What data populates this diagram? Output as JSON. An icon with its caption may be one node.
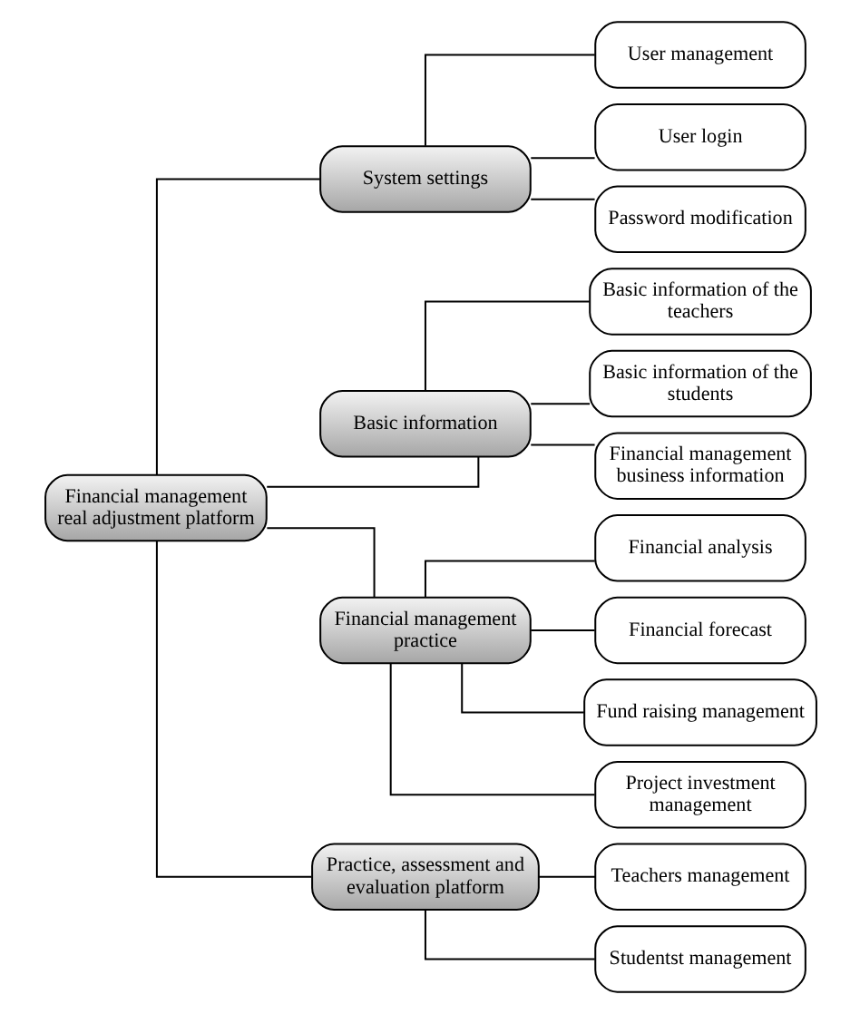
{
  "diagram": {
    "nodes": [
      {
        "text": [
          "Financial management real adjustment platform"
        ]
      },
      {
        "text": [
          "System settings"
        ]
      },
      {
        "text": [
          "User management"
        ]
      },
      {
        "text": [
          "User login"
        ]
      },
      {
        "text": [
          "Password modification"
        ]
      },
      {
        "text": [
          "Basic information"
        ]
      },
      {
        "text": [
          "Basic information of the teachers"
        ]
      },
      {
        "text": [
          "Basic information of the students"
        ]
      },
      {
        "text": [
          "Financial management business information"
        ]
      },
      {
        "text": [
          "Financial management practice"
        ]
      },
      {
        "text": [
          "Financial analysis"
        ]
      },
      {
        "text": [
          "Financial forecast"
        ]
      },
      {
        "text": [
          "Fund raising management"
        ]
      },
      {
        "text": [
          "Project investment management"
        ]
      },
      {
        "text": [
          "Practice, assessment and evaluation platform"
        ]
      },
      {
        "text": [
          "Teachers management"
        ]
      },
      {
        "text": [
          "Studentst management"
        ]
      }
    ],
    "edges": [
      {
        "from": 0,
        "to": 1,
        "arrow": "none"
      },
      {
        "from": 0,
        "to": 5,
        "arrow": "none"
      },
      {
        "from": 0,
        "to": 9,
        "arrow": "none"
      },
      {
        "from": 0,
        "to": 14,
        "arrow": "none"
      },
      {
        "from": 1,
        "to": 2,
        "arrow": "none"
      },
      {
        "from": 1,
        "to": 3,
        "arrow": "none"
      },
      {
        "from": 1,
        "to": 4,
        "arrow": "none"
      },
      {
        "from": 5,
        "to": 6,
        "arrow": "none"
      },
      {
        "from": 5,
        "to": 7,
        "arrow": "none"
      },
      {
        "from": 5,
        "to": 8,
        "arrow": "none"
      },
      {
        "from": 9,
        "to": 10,
        "arrow": "none"
      },
      {
        "from": 9,
        "to": 11,
        "arrow": "none"
      },
      {
        "from": 9,
        "to": 12,
        "arrow": "none"
      },
      {
        "from": 9,
        "to": 13,
        "arrow": "none"
      },
      {
        "from": 14,
        "to": 15,
        "arrow": "none"
      },
      {
        "from": 14,
        "to": 16,
        "arrow": "none"
      }
    ]
  }
}
